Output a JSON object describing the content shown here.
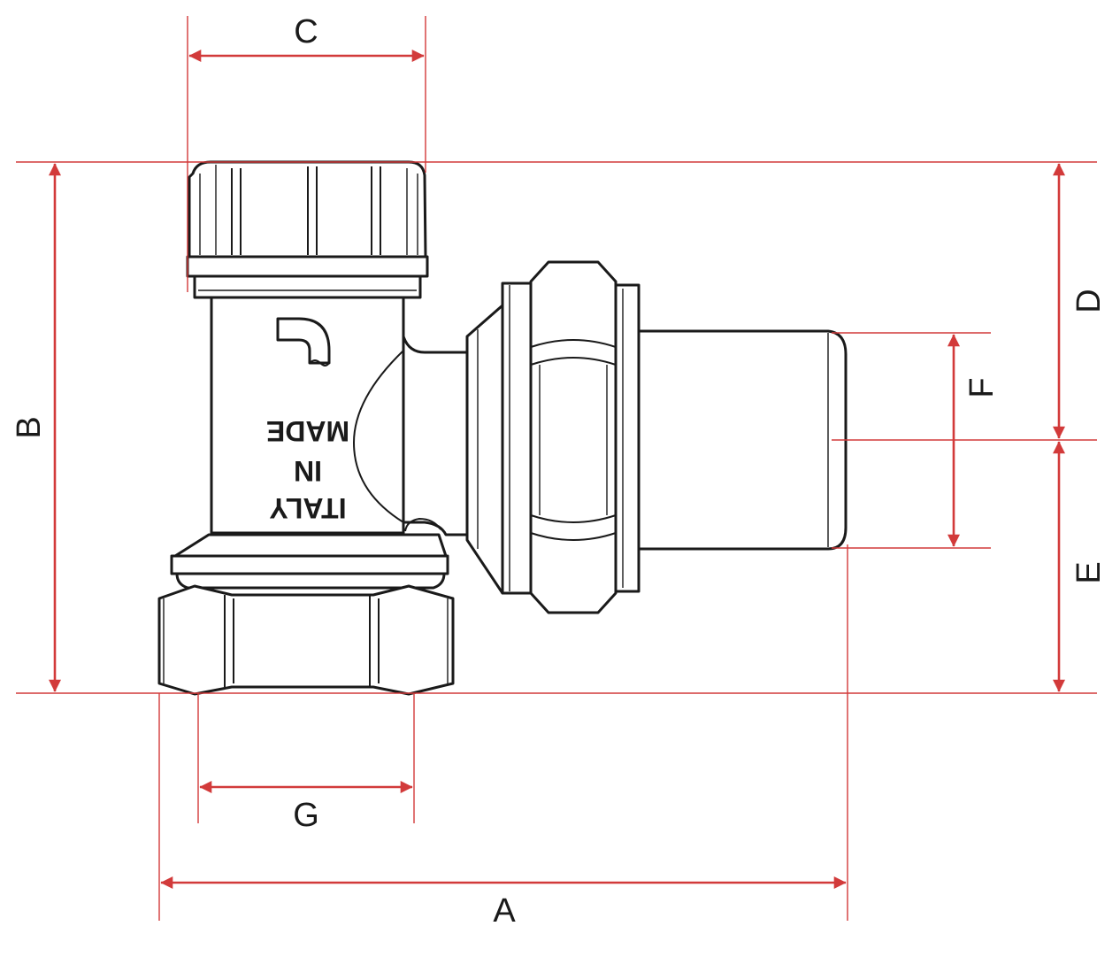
{
  "dimension_labels": {
    "a": "A",
    "b": "B",
    "c": "C",
    "d": "D",
    "e": "E",
    "f": "F",
    "g": "G"
  },
  "body_marking": {
    "line1": "MADE",
    "line2": "IN",
    "line3": "ITALY"
  },
  "colors": {
    "dimension": "#d23a3a",
    "outline": "#1a1a1a"
  }
}
